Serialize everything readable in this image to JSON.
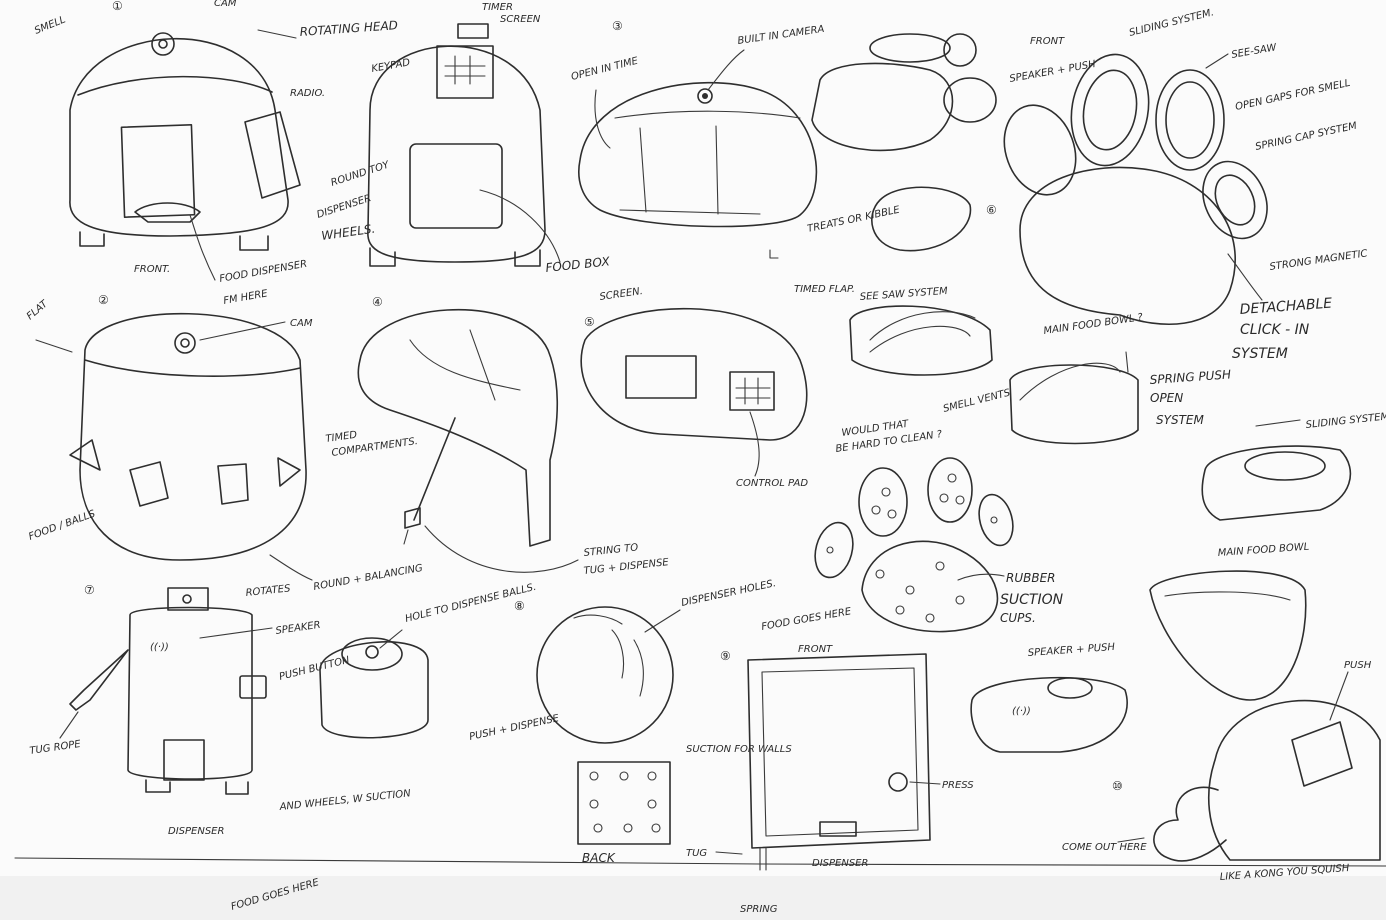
{
  "numbers": [
    "①",
    "②",
    "③",
    "④",
    "⑤",
    "⑥",
    "⑦",
    "⑧",
    "⑨",
    "⑩"
  ],
  "labels": {
    "s1_smell": "SMELL",
    "s1_cam": "CAM",
    "s1_rotating_head": "ROTATING HEAD",
    "s1_radio": "RADIO.",
    "s1_round_toy": "ROUND TOY",
    "s1_dispenser": "DISPENSER",
    "s1_wheels": "WHEELS.",
    "s1_front": "FRONT.",
    "s1_food_dispenser": "FOOD DISPENSER",
    "s1_fm_here": "FM HERE",
    "s1_timer": "TIMER",
    "s1_screen": "SCREEN",
    "s1_keypad": "KEYPAD",
    "s1_food_box": "FOOD BOX",
    "s2_flat": "FLAT",
    "s2_cam": "CAM",
    "s2_food_balls": "FOOD / BALLS",
    "s2_rotates": "ROTATES",
    "s2_round_balancing": "ROUND + BALANCING",
    "s3_open_in_time": "OPEN IN TIME",
    "s3_built_in_camera": "BUILT IN CAMERA",
    "s3_treats": "TREATS OR KIBBLE",
    "s3_timed_flap": "TIMED FLAP.",
    "s4_timed": "TIMED",
    "s4_compartments": "COMPARTMENTS.",
    "s4_string": "STRING TO",
    "s4_tug": "TUG + DISPENSE",
    "s5_screen": "SCREEN.",
    "s5_control_pad": "CONTROL PAD",
    "s6_front": "FRONT",
    "s6_speaker_push": "SPEAKER + PUSH",
    "s6_sliding_system": "SLIDING SYSTEM.",
    "s6_see_saw": "SEE-SAW",
    "s6_open_gaps": "OPEN GAPS FOR SMELL",
    "s6_spring_cap": "SPRING CAP SYSTEM",
    "s6_strong_magnetic": "STRONG MAGNETIC",
    "s6_detachable": "DETACHABLE",
    "s6_click_in": "CLICK - IN",
    "s6_system": "SYSTEM",
    "s6_see_saw_system": "SEE SAW SYSTEM",
    "s6_main_food_bowl_q": "MAIN FOOD BOWL ?",
    "s6_spring_push": "SPRING PUSH",
    "s6_open": "OPEN",
    "s6_system2": "SYSTEM",
    "s6_would_that": "WOULD THAT",
    "s6_be_hard": "BE HARD TO CLEAN ?",
    "s6_smell_vents": "SMELL VENTS",
    "s6_sliding_system2": "SLIDING SYSTEM",
    "s6_rubber": "RUBBER",
    "s6_suction": "SUCTION",
    "s6_cups": "CUPS.",
    "s6_main_food_bowl": "MAIN FOOD BOWL",
    "s6_speaker_push2": "SPEAKER + PUSH",
    "s7_speaker": "SPEAKER",
    "s7_push_button": "PUSH BUTTON",
    "s7_tug_rope": "TUG ROPE",
    "s7_dispenser": "DISPENSER",
    "s7_and_wheels": "AND WHEELS, W SUCTION",
    "s7_hole": "HOLE TO DISPENSE BALLS.",
    "s8_dispenser_holes": "DISPENSER HOLES.",
    "s8_push_dispense": "PUSH + DISPENSE",
    "s8_suction_walls": "SUCTION FOR WALLS",
    "s8_back": "BACK",
    "s9_food_goes_here": "FOOD GOES HERE",
    "s9_front": "FRONT",
    "s9_press": "PRESS",
    "s9_tug": "TUG",
    "s9_dispenser": "DISPENSER",
    "s10_push": "PUSH",
    "s10_come_out": "COME OUT HERE",
    "s10_kong": "LIKE A KONG YOU SQUISH",
    "bottom_food": "FOOD GOES HERE",
    "bottom_spring": "SPRING"
  }
}
